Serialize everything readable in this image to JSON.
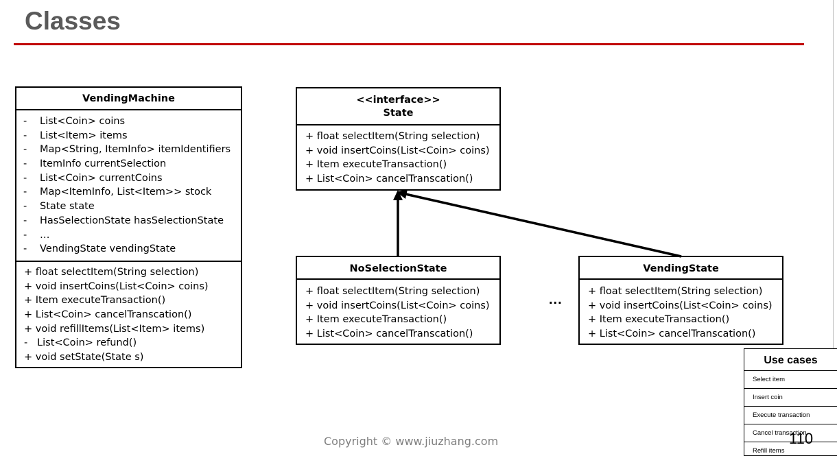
{
  "slide": {
    "title": "Classes",
    "accent_color": "#c00000",
    "copyright": "Copyright © www.jiuzhang.com",
    "page_number": "110",
    "ellipsis": "..."
  },
  "classes": {
    "vending_machine": {
      "name": "VendingMachine",
      "attributes": [
        {
          "vis": "-",
          "text": "List<Coin> coins"
        },
        {
          "vis": "-",
          "text": "List<Item> items"
        },
        {
          "vis": "-",
          "text": "Map<String, ItemInfo> itemIdentifiers"
        },
        {
          "vis": "-",
          "text": "ItemInfo currentSelection"
        },
        {
          "vis": "-",
          "text": "List<Coin> currentCoins"
        },
        {
          "vis": "-",
          "text": "Map<ItemInfo, List<Item>> stock"
        },
        {
          "vis": "-",
          "text": "State state"
        },
        {
          "vis": "-",
          "text": "HasSelectionState hasSelectionState"
        },
        {
          "vis": "-",
          "text": "…"
        },
        {
          "vis": "-",
          "text": "VendingState vendingState"
        }
      ],
      "methods": [
        "+ float selectItem(String selection)",
        "+ void insertCoins(List<Coin> coins)",
        "+ Item executeTransaction()",
        "+ List<Coin> cancelTranscation()",
        "+ void refillItems(List<Item> items)",
        "-   List<Coin> refund()",
        "+ void setState(State s)"
      ]
    },
    "state": {
      "stereotype": "<<interface>>",
      "name": "State",
      "methods": [
        "+ float selectItem(String selection)",
        "+ void insertCoins(List<Coin> coins)",
        "+ Item executeTransaction()",
        "+ List<Coin> cancelTranscation()"
      ]
    },
    "no_selection_state": {
      "name": "NoSelectionState",
      "methods": [
        "+ float selectItem(String selection)",
        "+ void insertCoins(List<Coin> coins)",
        "+ Item executeTransaction()",
        "+ List<Coin> cancelTranscation()"
      ]
    },
    "vending_state": {
      "name": "VendingState",
      "methods": [
        "+ float selectItem(String selection)",
        "+ void insertCoins(List<Coin> coins)",
        "+ Item executeTransaction()",
        "+ List<Coin> cancelTranscation()"
      ]
    }
  },
  "use_cases": {
    "title": "Use cases",
    "items": [
      "Select item",
      "Insert coin",
      "Execute transaction",
      "Cancel transaction",
      "Refill items"
    ]
  }
}
